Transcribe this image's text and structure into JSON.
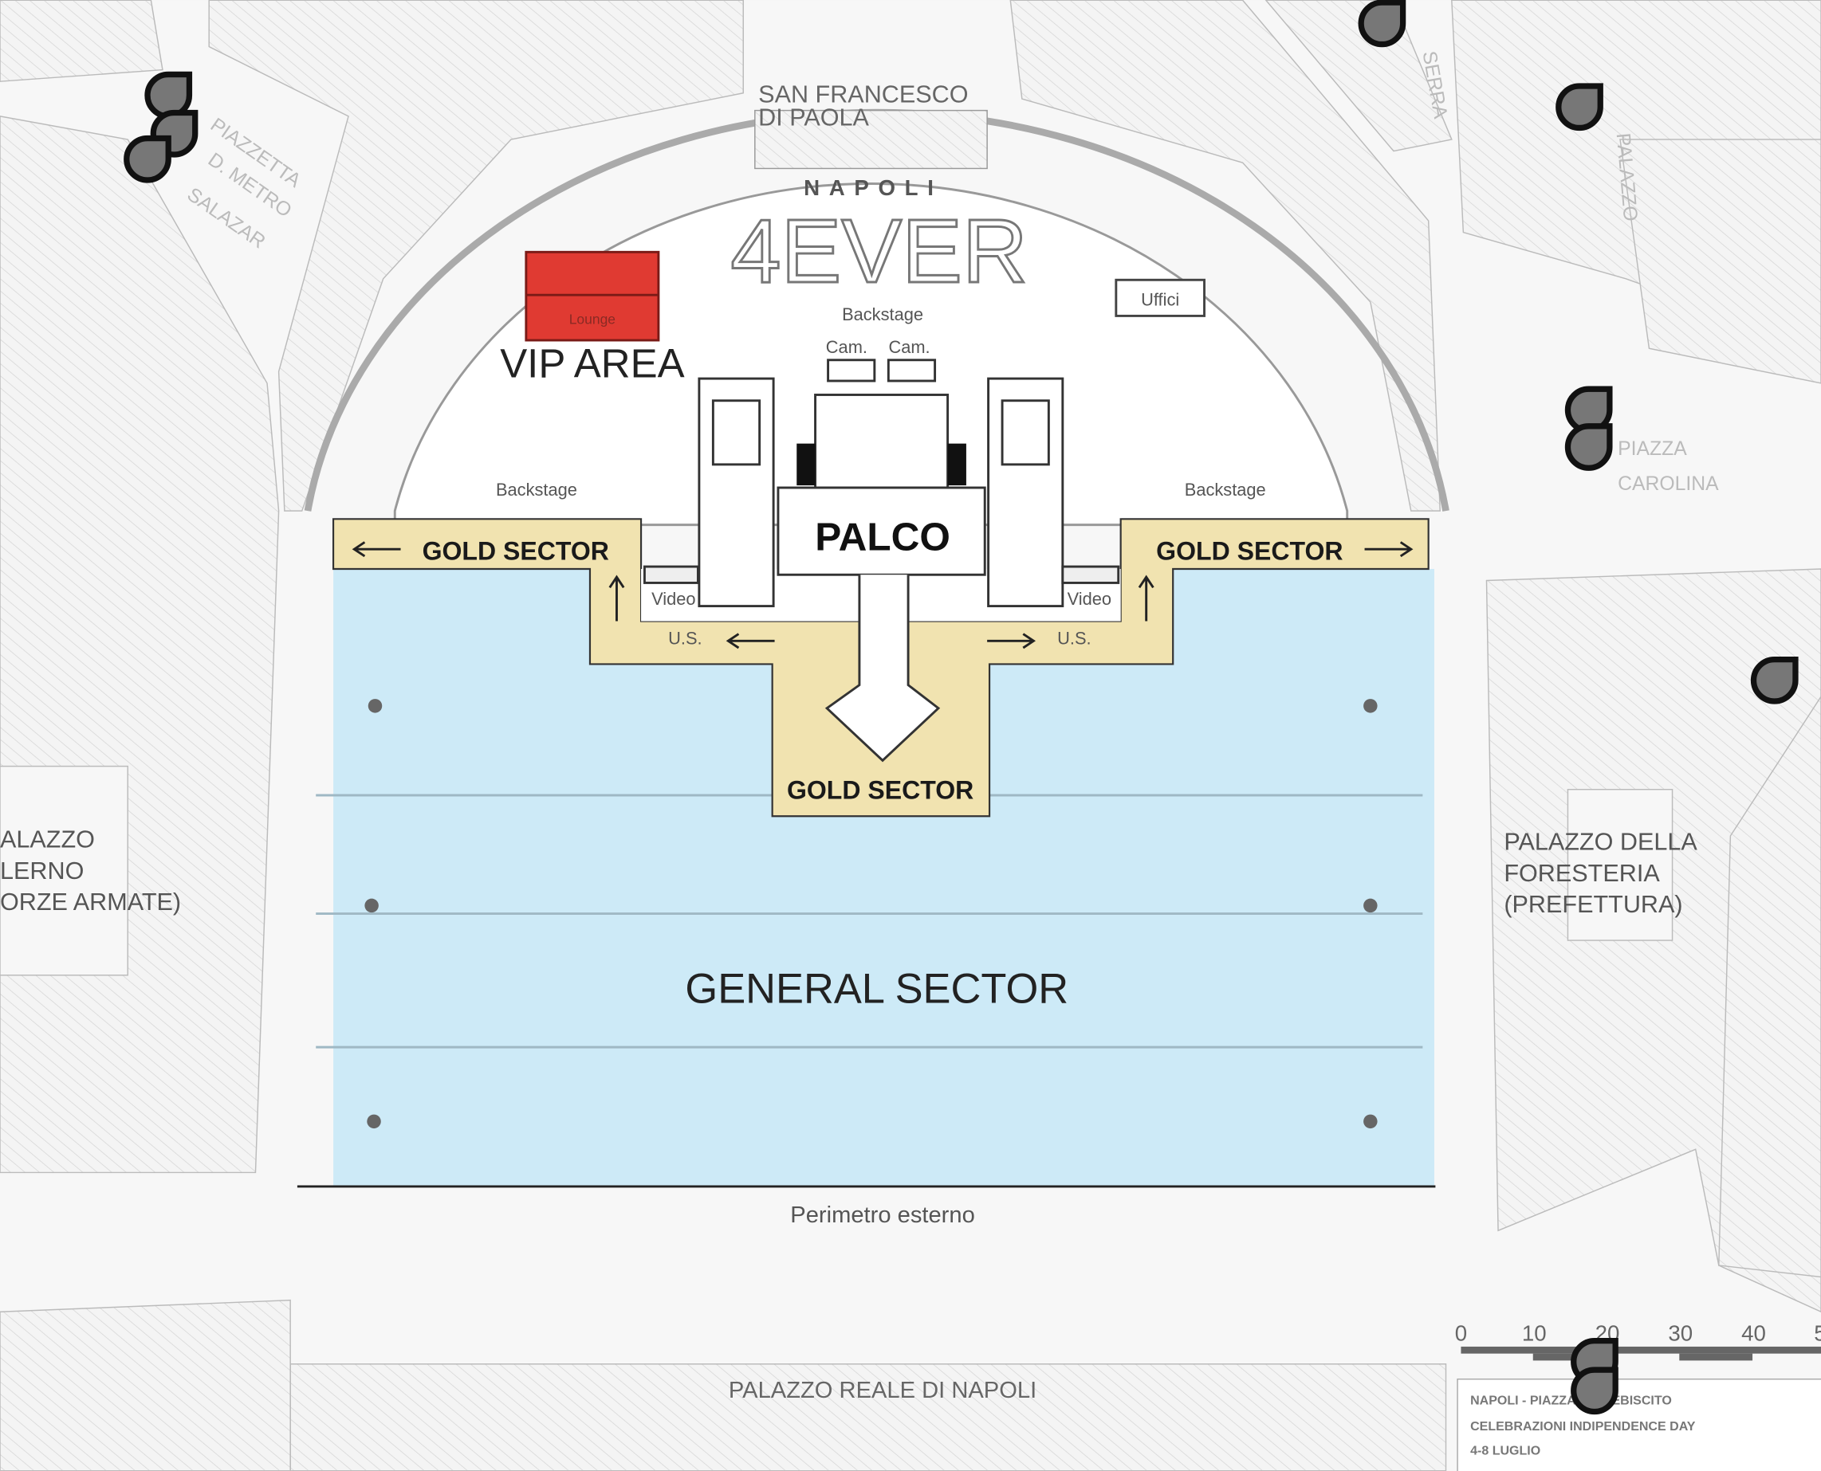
{
  "map": {
    "church": [
      "SAN FRANCESCO",
      "DI PAOLA"
    ],
    "logo": {
      "top": "NAPOLI",
      "main": "4EVER"
    },
    "vip_area": "VIP AREA",
    "lounge": "Lounge",
    "uffici": "Uffici",
    "backstage_center": "Backstage",
    "backstage_left": "Backstage",
    "backstage_right": "Backstage",
    "cam_left": "Cam.",
    "cam_right": "Cam.",
    "palco": "PALCO",
    "gold_left": "GOLD SECTOR",
    "gold_right": "GOLD SECTOR",
    "gold_center": "GOLD SECTOR",
    "video_left": "Video",
    "video_right": "Video",
    "us_left": "U.S.",
    "us_right": "U.S.",
    "general": "GENERAL SECTOR",
    "perimetro": "Perimetro esterno",
    "palazzo_reale": "PALAZZO REALE DI NAPOLI",
    "palazzo_salerno": [
      "ALAZZO",
      "LERNO",
      "ORZE ARMATE)"
    ],
    "foresteria": [
      "PALAZZO DELLA",
      "FORESTERIA",
      "(PREFETTURA)"
    ],
    "piazza_carolina": [
      "PIAZZA",
      "CAROLINA"
    ],
    "piazzetta": [
      "PIAZZETTA",
      "D. METRO",
      "SALAZAR"
    ],
    "serra": "SERRA",
    "palazzo_street": "PALAZZO",
    "colors": {
      "gold": "#f1e3b0",
      "general": "#cdeaf7",
      "vip": "#e03a32"
    }
  },
  "scale": {
    "ticks": [
      "0",
      "10",
      "20",
      "30",
      "40",
      "5"
    ]
  },
  "info_box": {
    "lines": [
      "NAPOLI - PIAZZA D. PLEBISCITO",
      "CELEBRAZIONI INDIPENDENCE DAY",
      "4-8 LUGLIO"
    ]
  }
}
